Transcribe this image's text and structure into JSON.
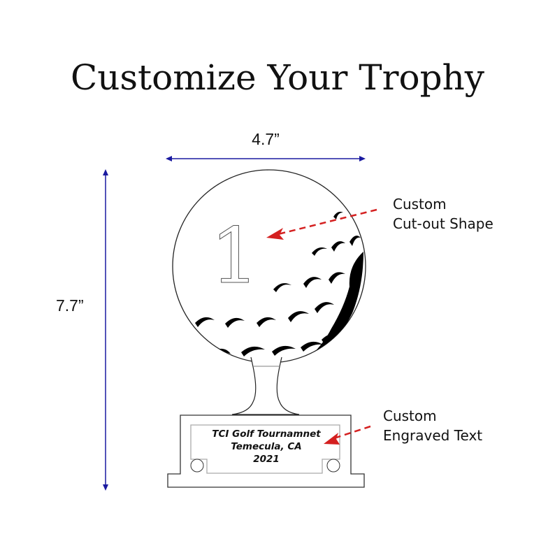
{
  "title": "Customize Your Trophy",
  "dimensions": {
    "width_label": "4.7”",
    "height_label": "7.7”",
    "arrow_color": "#1a1aa0"
  },
  "trophy": {
    "shape": "golf-ball",
    "number_on_ball": "1",
    "plate_lines": [
      "TCI Golf Tournamnet",
      "Temecula, CA",
      "2021"
    ]
  },
  "callouts": [
    {
      "line1": "Custom",
      "line2": "Cut-out Shape",
      "arrow_color": "#d42020"
    },
    {
      "line1": "Custom",
      "line2": "Engraved Text",
      "arrow_color": "#d42020"
    }
  ]
}
